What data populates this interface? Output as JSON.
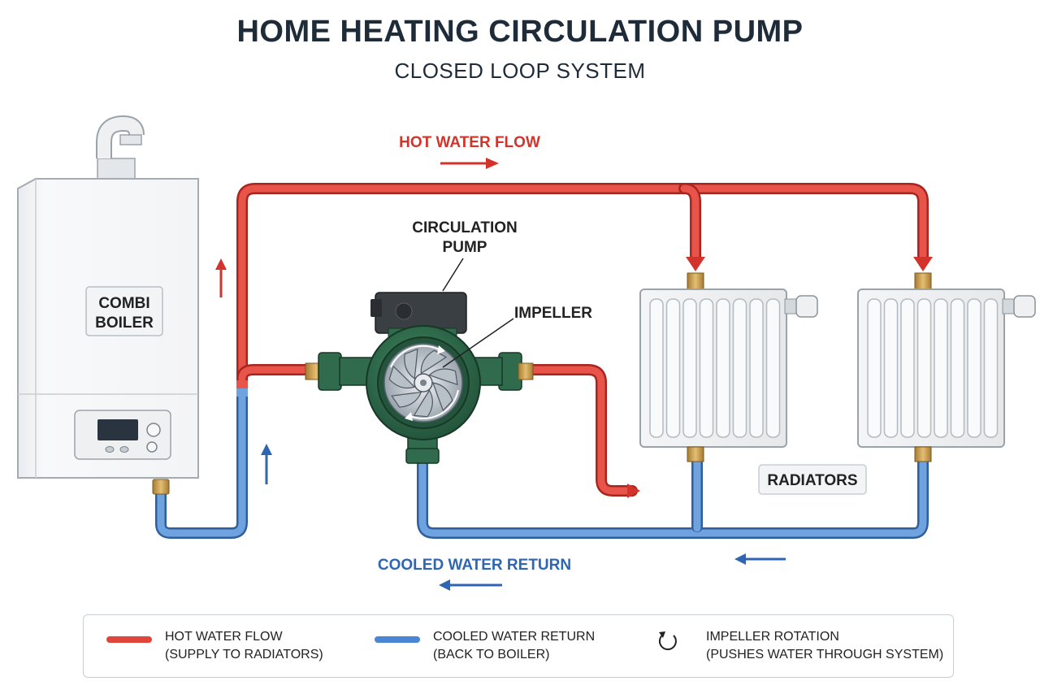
{
  "title": "HOME HEATING CIRCULATION PUMP",
  "subtitle": "CLOSED LOOP SYSTEM",
  "labels": {
    "hot_flow": "HOT WATER FLOW",
    "cool_return": "COOLED WATER RETURN",
    "pump": [
      "CIRCULATION",
      "PUMP"
    ],
    "impeller": "IMPELLER",
    "boiler": [
      "COMBI",
      "BOILER"
    ],
    "radiators": "RADIATORS"
  },
  "legend": [
    {
      "line1": "HOT WATER FLOW",
      "line2": "(SUPPLY TO RADIATORS)",
      "color": "#e0453b",
      "icon": "red-line"
    },
    {
      "line1": "COOLED WATER RETURN",
      "line2": "(BACK TO BOILER)",
      "color": "#4a86d4",
      "icon": "blue-line"
    },
    {
      "line1": "IMPELLER ROTATION",
      "line2": "(PUSHES WATER THROUGH SYSTEM)",
      "color": "#222222",
      "icon": "rotation-arrow-icon"
    }
  ],
  "colors": {
    "hot": "#e0453b",
    "cool": "#4a86d4",
    "pump_body": "#2f6b4c",
    "brass": "#c89a4a"
  }
}
